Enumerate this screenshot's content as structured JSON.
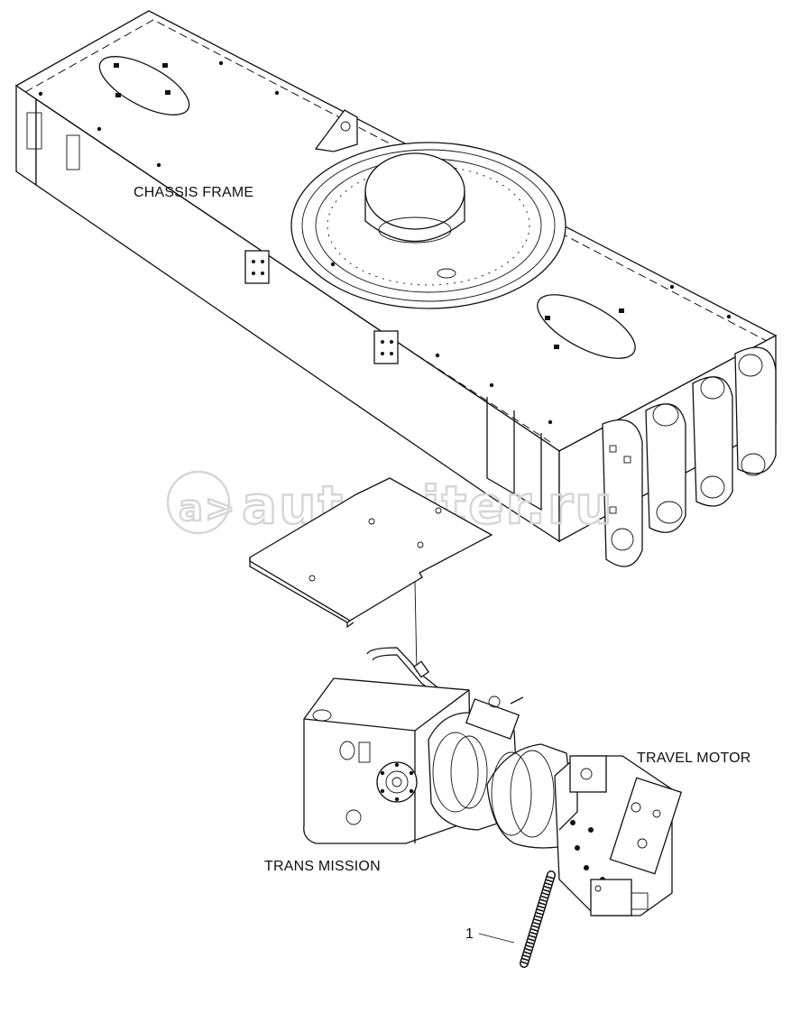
{
  "labels": {
    "chassis_frame": "CHASSIS FRAME",
    "travel_motor": "TRAVEL MOTOR",
    "trans_mission": "TRANS MISSION",
    "part_1": "1"
  },
  "watermark": {
    "text": "autopiter.ru",
    "symbol": "a>"
  },
  "colors": {
    "line": "#111111",
    "watermark": "#d6d6d6",
    "background": "#ffffff"
  }
}
